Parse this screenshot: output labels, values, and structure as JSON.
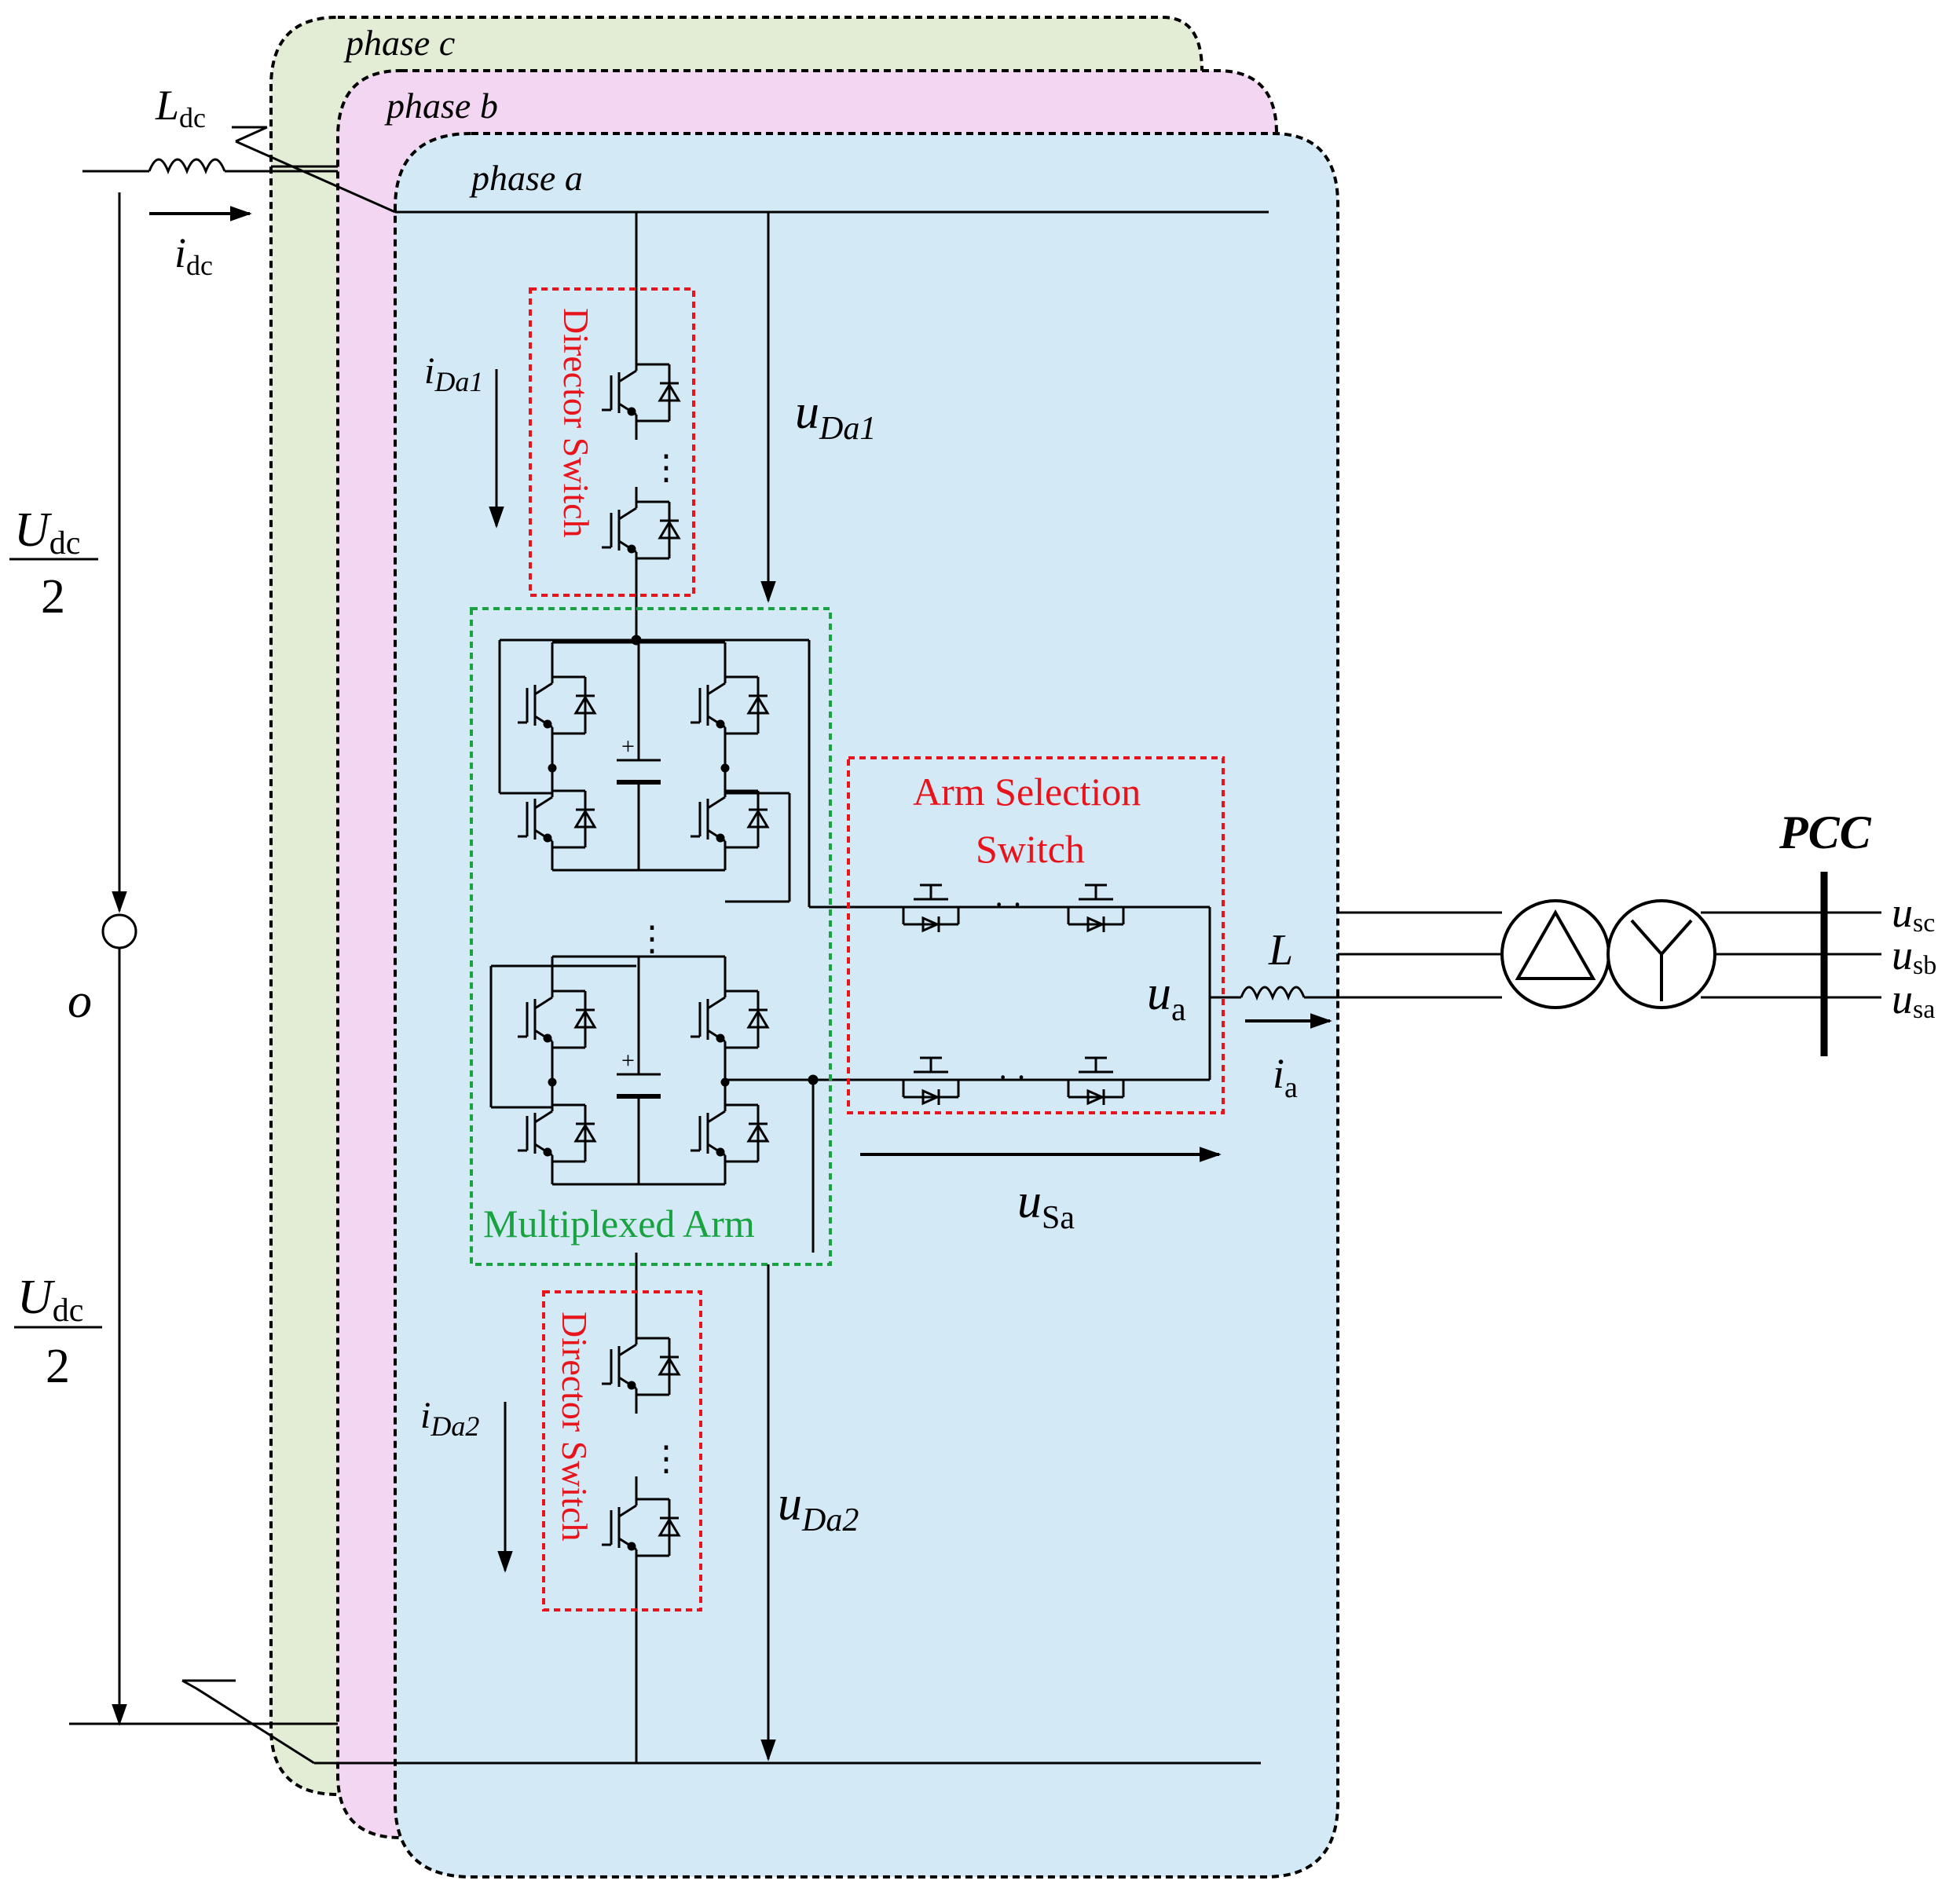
{
  "phases": {
    "c": "phase c",
    "b": "phase b",
    "a": "phase a"
  },
  "dc_side": {
    "inductor_main": "L",
    "inductor_sub": "dc",
    "current_main": "i",
    "current_sub": "dc",
    "half_voltage_top_main": "U",
    "half_voltage_top_sub": "dc",
    "half_voltage_top_den": "2",
    "half_voltage_bottom_main": "U",
    "half_voltage_bottom_sub": "dc",
    "half_voltage_bottom_den": "2",
    "midpoint": "o"
  },
  "arm": {
    "director_switch_top": "Director Switch",
    "director_switch_bottom": "Director Switch",
    "multiplexed_arm": "Multiplexed Arm",
    "arm_selection_line1": "Arm Selection",
    "arm_selection_line2": "Switch",
    "ellipsis_v": "⋮",
    "ellipsis_h": "· ·"
  },
  "labels": {
    "i_da1_main": "i",
    "i_da1_sub": "Da1",
    "u_da1_main": "u",
    "u_da1_sub": "Da1",
    "i_da2_main": "i",
    "i_da2_sub": "Da2",
    "u_da2_main": "u",
    "u_da2_sub": "Da2",
    "u_sa_main": "u",
    "u_sa_sub": "Sa",
    "u_a_main": "u",
    "u_a_sub": "a",
    "i_a_main": "i",
    "i_a_sub": "a",
    "l_ac": "L"
  },
  "ac_side": {
    "pcc": "PCC",
    "usc_main": "u",
    "usc_sub": "sc",
    "usb_main": "u",
    "usb_sub": "sb",
    "usa_main": "u",
    "usa_sub": "sa"
  },
  "colors": {
    "phase_c_fill": "#e3edd6",
    "phase_b_fill": "#f3d6f1",
    "phase_a_fill": "#d3e9f6",
    "highlight_red": "#e8141c",
    "highlight_green": "#18a340",
    "line": "#000000"
  }
}
